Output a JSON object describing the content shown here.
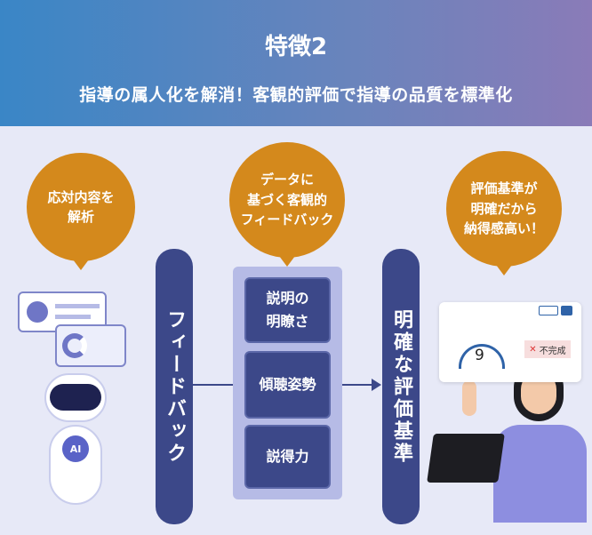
{
  "header": {
    "title": "特徴2",
    "subtitle": "指導の属人化を解消！客観的評価で指導の品質を標準化"
  },
  "bubbles": [
    {
      "lines": [
        "応対内容を",
        "解析"
      ]
    },
    {
      "lines": [
        "データに",
        "基づく客観的",
        "フィードバック"
      ]
    },
    {
      "lines": [
        "評価基準が",
        "明確だから",
        "納得感高い！"
      ]
    }
  ],
  "left_pillar": "フィードバック",
  "right_pillar": "明確な評価基準",
  "criteria": [
    {
      "lines": [
        "説明の",
        "明瞭さ"
      ]
    },
    {
      "lines": [
        "傾聴姿勢"
      ]
    },
    {
      "lines": [
        "説得力"
      ]
    }
  ],
  "robot": {
    "badge": "AI"
  },
  "dashboard": {
    "score": "9",
    "status": "不完成"
  },
  "colors": {
    "orange": "#d4891c",
    "navy": "#3c4889",
    "panel": "#b6bbe6"
  }
}
